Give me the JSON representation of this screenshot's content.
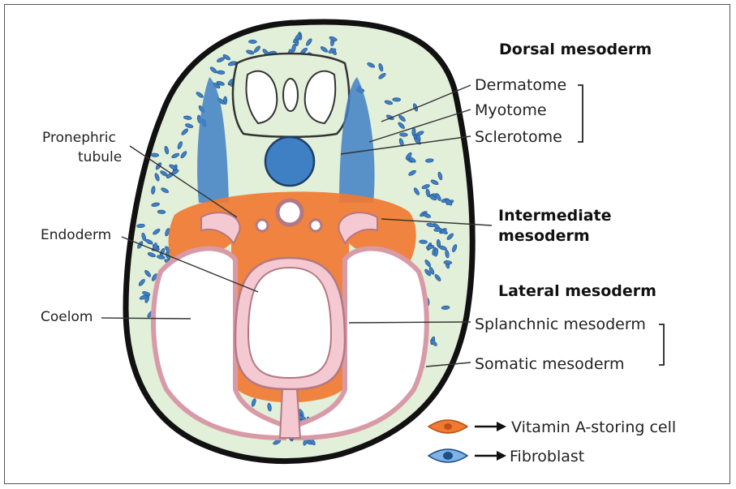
{
  "labels": {
    "dorsal_mesoderm": "Dorsal mesoderm",
    "dermatome": "Dermatome",
    "myotome": "Myotome",
    "sclerotome": "Sclerotome",
    "intermediate_line1": "Intermediate",
    "intermediate_line2": "mesoderm",
    "lateral_mesoderm": "Lateral mesoderm",
    "splanchnic_mesoderm": "Splanchnic mesoderm",
    "somatic_mesoderm": "Somatic mesoderm",
    "pronephric_line1": "Pronephric",
    "pronephric_line2": "tubule",
    "endoderm": "Endoderm",
    "coelom": "Coelom"
  },
  "legend": {
    "items": [
      {
        "label": "Vitamin A-storing cell",
        "color": "#f07a32"
      },
      {
        "label": "Fibroblast",
        "color": "#3f7fc4"
      }
    ]
  },
  "colors": {
    "ectoderm_outline": "#111111",
    "mesenchyme_bg": "#e2efd9",
    "vitamin_a_cell": "#f07a32",
    "fibroblast": "#3f7fc4",
    "endoderm_tube": "#f4c9d1"
  }
}
